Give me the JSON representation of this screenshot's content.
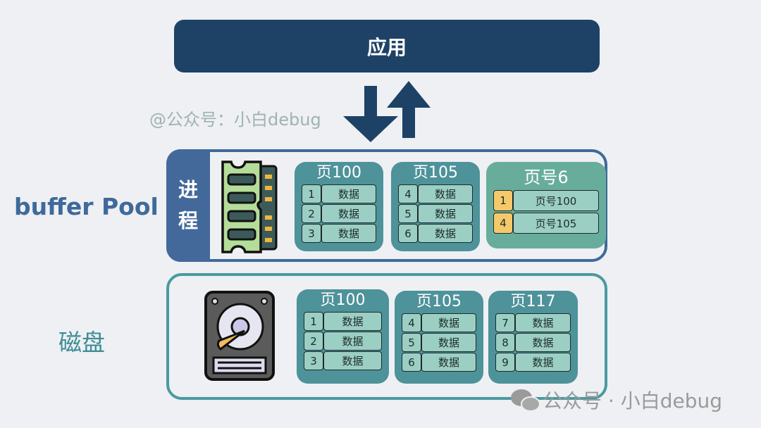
{
  "app_label": "应用",
  "watermark_top": "@公众号：小白debug",
  "process_label": [
    "进",
    "程"
  ],
  "buffer_pool_label": "buffer Pool",
  "disk_label": "磁盘",
  "footer_watermark": "公众号 · 小白debug",
  "buffer_pages": [
    {
      "title": "页100",
      "rows": [
        [
          "1",
          "数据"
        ],
        [
          "2",
          "数据"
        ],
        [
          "3",
          "数据"
        ]
      ]
    },
    {
      "title": "页105",
      "rows": [
        [
          "4",
          "数据"
        ],
        [
          "5",
          "数据"
        ],
        [
          "6",
          "数据"
        ]
      ]
    },
    {
      "title": "页号6",
      "rows": [
        [
          "1",
          "页号100"
        ],
        [
          "4",
          "页号105"
        ]
      ]
    }
  ],
  "disk_pages": [
    {
      "title": "页100",
      "rows": [
        [
          "1",
          "数据"
        ],
        [
          "2",
          "数据"
        ],
        [
          "3",
          "数据"
        ]
      ]
    },
    {
      "title": "页105",
      "rows": [
        [
          "4",
          "数据"
        ],
        [
          "5",
          "数据"
        ],
        [
          "6",
          "数据"
        ]
      ]
    },
    {
      "title": "页117",
      "rows": [
        [
          "7",
          "数据"
        ],
        [
          "8",
          "数据"
        ],
        [
          "9",
          "数据"
        ]
      ]
    }
  ],
  "colors": {
    "navy": "#1e4266",
    "pool_border": "#3f6a9a",
    "page": "#4e929a",
    "cell": "#9ccfc4",
    "index_page": "#68ad9c",
    "index_num": "#f5c96a"
  }
}
